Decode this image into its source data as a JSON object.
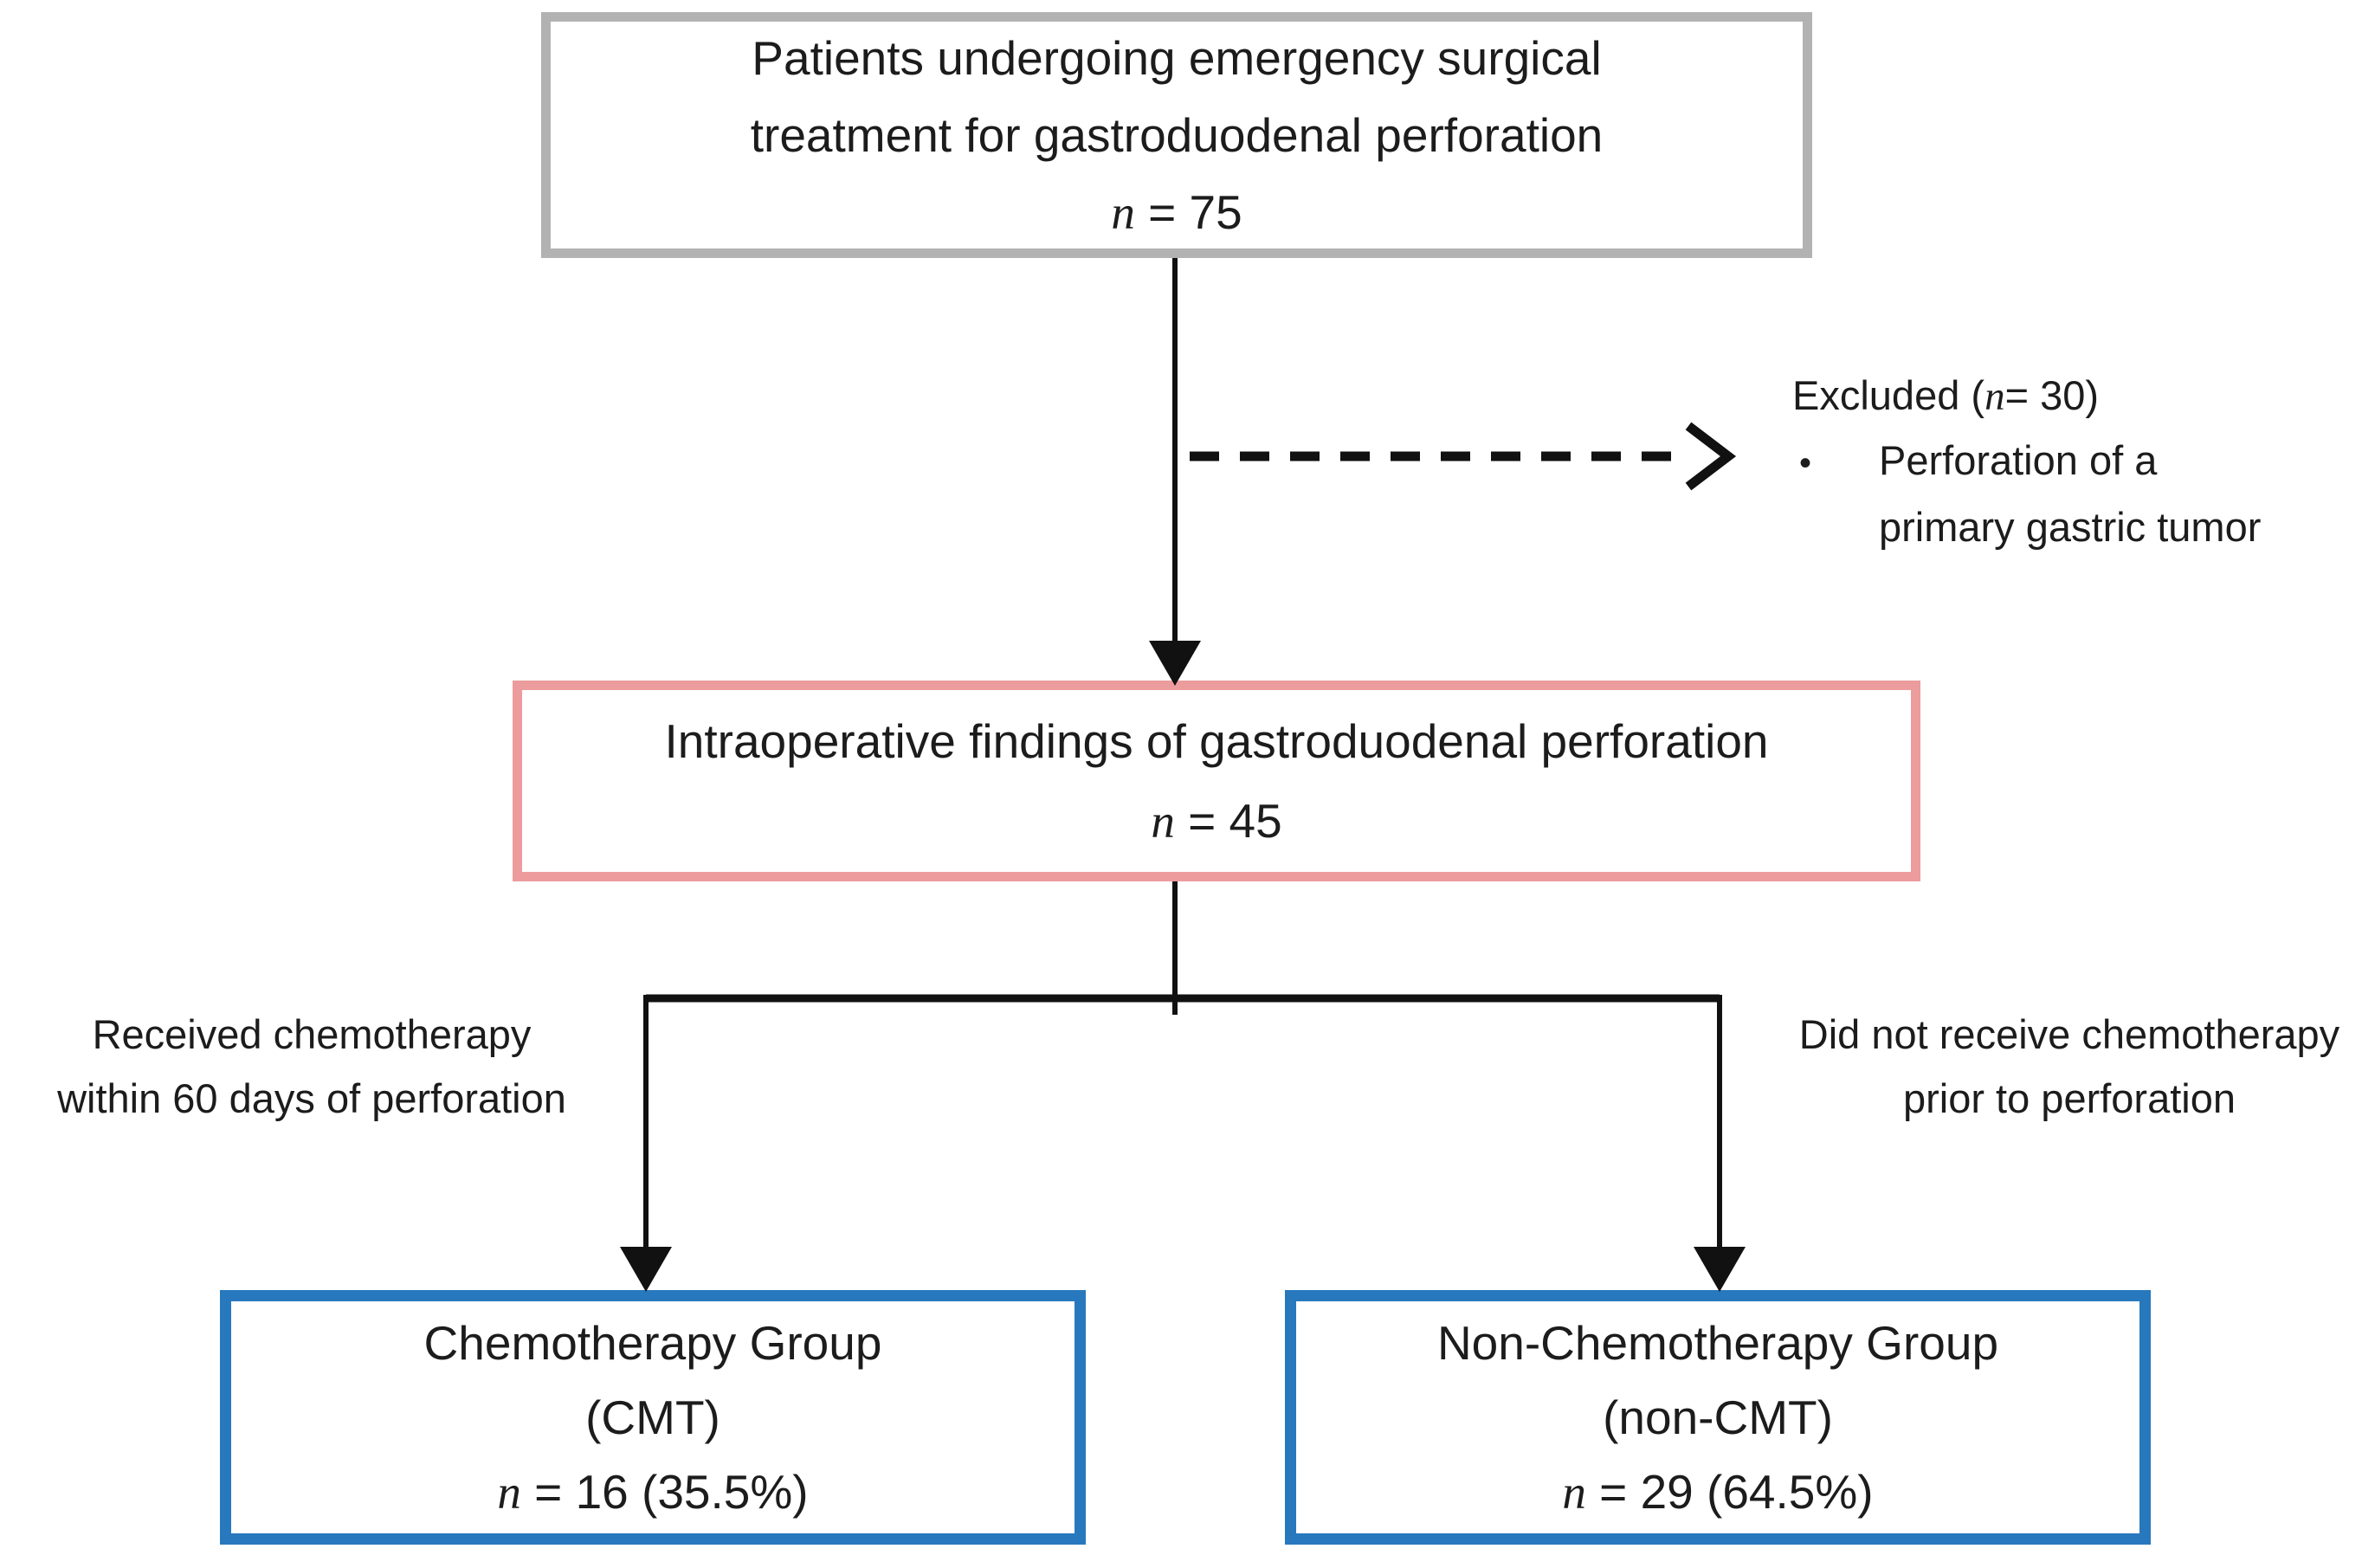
{
  "colors": {
    "top_box_border": "#b2b2b2",
    "mid_box_border": "#ec9c9c",
    "bottom_box_border": "#2878be",
    "connector": "#111111",
    "text": "#1c1c1c"
  },
  "top_box": {
    "line1": "Patients undergoing emergency surgical",
    "line2": "treatment for gastroduodenal perforation",
    "n_italic": "n",
    "n_rest": " = 75"
  },
  "excluded": {
    "title_pre": "Excluded (",
    "n_italic": "n",
    "title_post": " = 30)",
    "bullet": "•",
    "item_line1": "Perforation of a",
    "item_line2": "primary gastric tumor"
  },
  "mid_box": {
    "line1": "Intraoperative findings of gastroduodenal perforation",
    "n_italic": "n",
    "n_rest": " = 45"
  },
  "left_branch_label": {
    "line1": "Received chemotherapy",
    "line2": "within 60 days of perforation"
  },
  "right_branch_label": {
    "line1": "Did not receive chemotherapy",
    "line2": "prior to perforation"
  },
  "left_box": {
    "line1": "Chemotherapy Group",
    "line2": "(CMT)",
    "n_italic": "n",
    "n_rest": " = 16 (35.5%)"
  },
  "right_box": {
    "line1": "Non-Chemotherapy Group",
    "line2": "(non-CMT)",
    "n_italic": "n",
    "n_rest": " = 29 (64.5%)"
  }
}
